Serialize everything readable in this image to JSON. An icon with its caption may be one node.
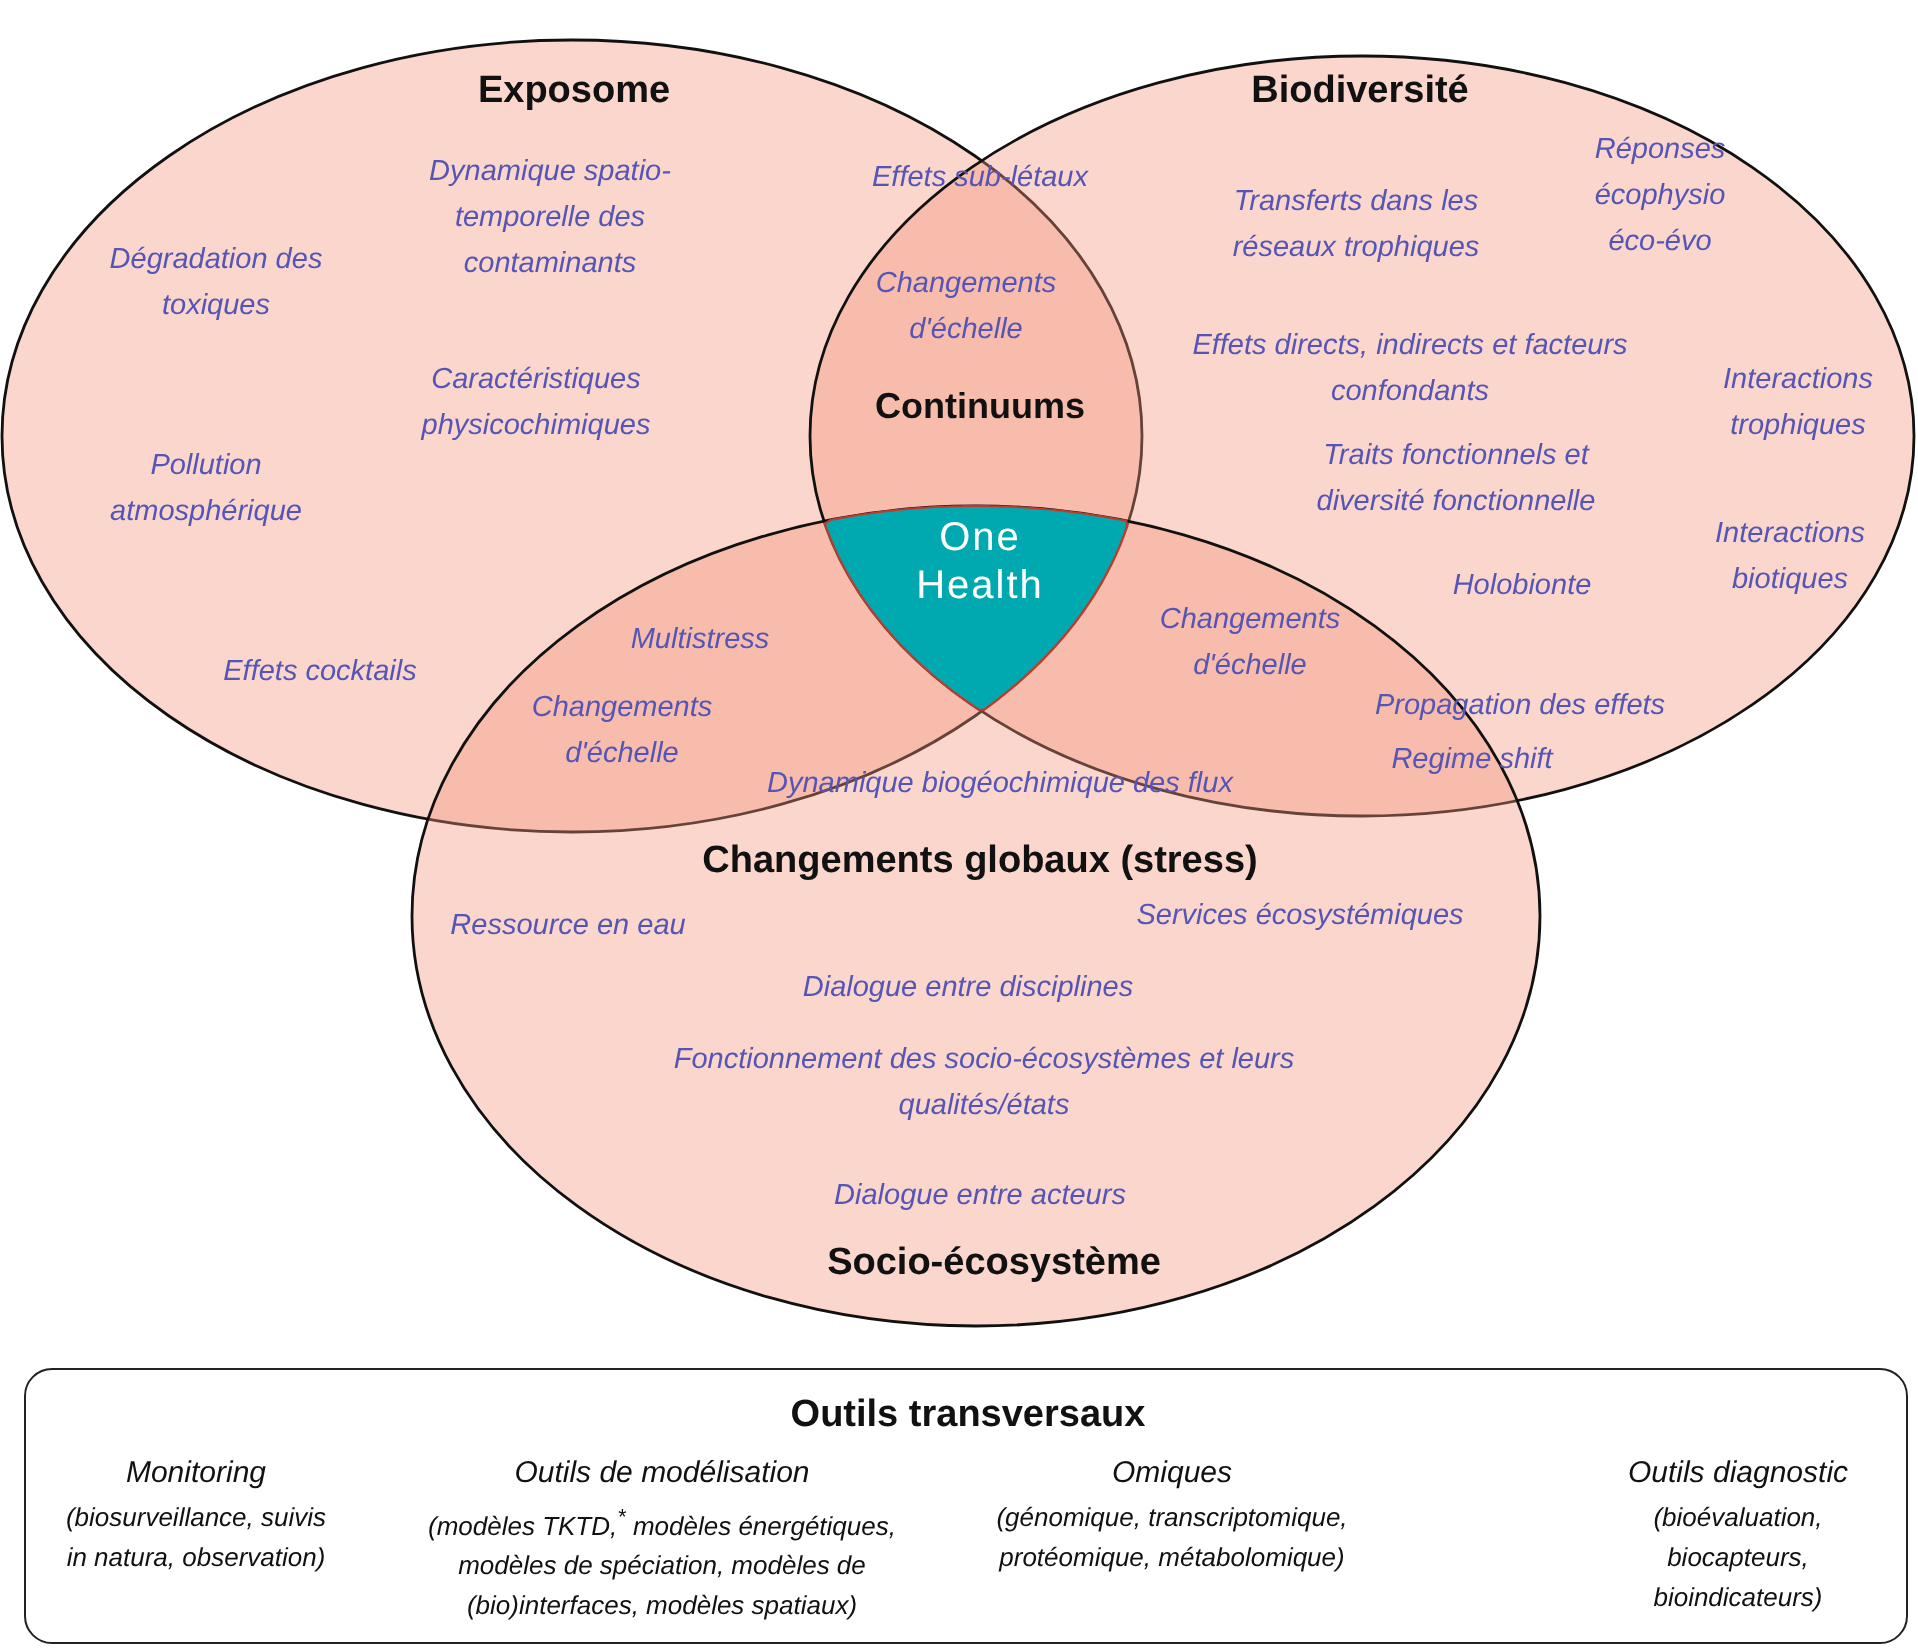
{
  "diagram": {
    "nodes": [
      {
        "text": [
          "Exposome"
        ]
      },
      {
        "text": [
          "Biodiversité"
        ]
      },
      {
        "text": [
          "Changements globaux (stress)",
          "Socio-écosystème"
        ]
      },
      {
        "text": [
          "One Health"
        ]
      },
      {
        "text": [
          "Outils transversaux",
          "Monitoring",
          "(biosurveillance, suivis in natura, observation)",
          "Outils de modélisation",
          "(modèles TKTD,$^{*}$ modèles énergétiques, modèles de spéciation, modèles de (bio)interfaces, modèles spatiaux)",
          "Omiques",
          "(génomique, transcriptomique, protéomique, métabolomique)",
          "Outils diagnostic",
          "(bioévaluation, biocapteurs, bioindicateurs)"
        ]
      }
    ],
    "edges": [],
    "labels": [
      "Dynamique spatio-temporelle des contaminants",
      "Effets sub-létaux",
      "Réponses écophysio éco-évo",
      "Dégradation des toxiques",
      "Transferts dans les réseaux trophiques",
      "Changements d'échelle",
      "Effets directs, indirects et facteurs confondants",
      "Interactions trophiques",
      "Caractéristiques physicochimiques",
      "Continuums",
      "Traits fonctionnels et diversité fonctionnelle",
      "Pollution atmosphérique",
      "Interactions biotiques",
      "Holobionte",
      "Effets cocktails",
      "Multistress",
      "Changements d'échelle",
      "Changements d'échelle",
      "Propagation des effets",
      "Regime shift",
      "Dynamique biogéochimique des flux",
      "Ressource en eau",
      "Services écosystémiques",
      "Dialogue entre disciplines",
      "Fonctionnement des socio-écosystèmes et leurs qualités/états",
      "Dialogue entre acteurs"
    ]
  }
}
